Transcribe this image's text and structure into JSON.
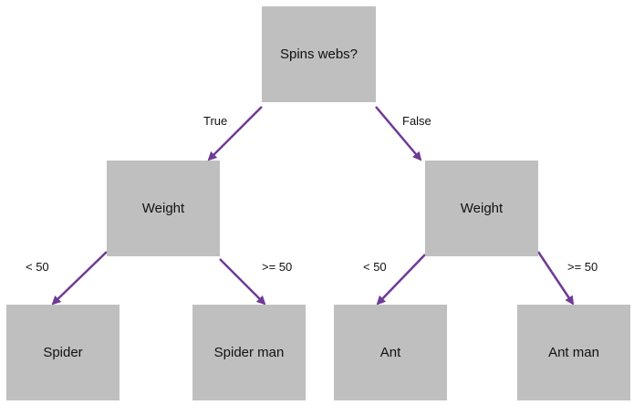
{
  "colors": {
    "node_fill": "#bfbfbf",
    "edge": "#6f3a96",
    "text": "#111111",
    "background": "#ffffff"
  },
  "nodes": {
    "root": "Spins webs?",
    "weight_left": "Weight",
    "weight_right": "Weight",
    "spider": "Spider",
    "spider_man": "Spider man",
    "ant": "Ant",
    "ant_man": "Ant man"
  },
  "edges": {
    "root_to_weight_left": "True",
    "root_to_weight_right": "False",
    "weight_left_to_spider": "< 50",
    "weight_left_to_spider_man": ">= 50",
    "weight_right_to_ant": "< 50",
    "weight_right_to_ant_man": ">= 50"
  }
}
